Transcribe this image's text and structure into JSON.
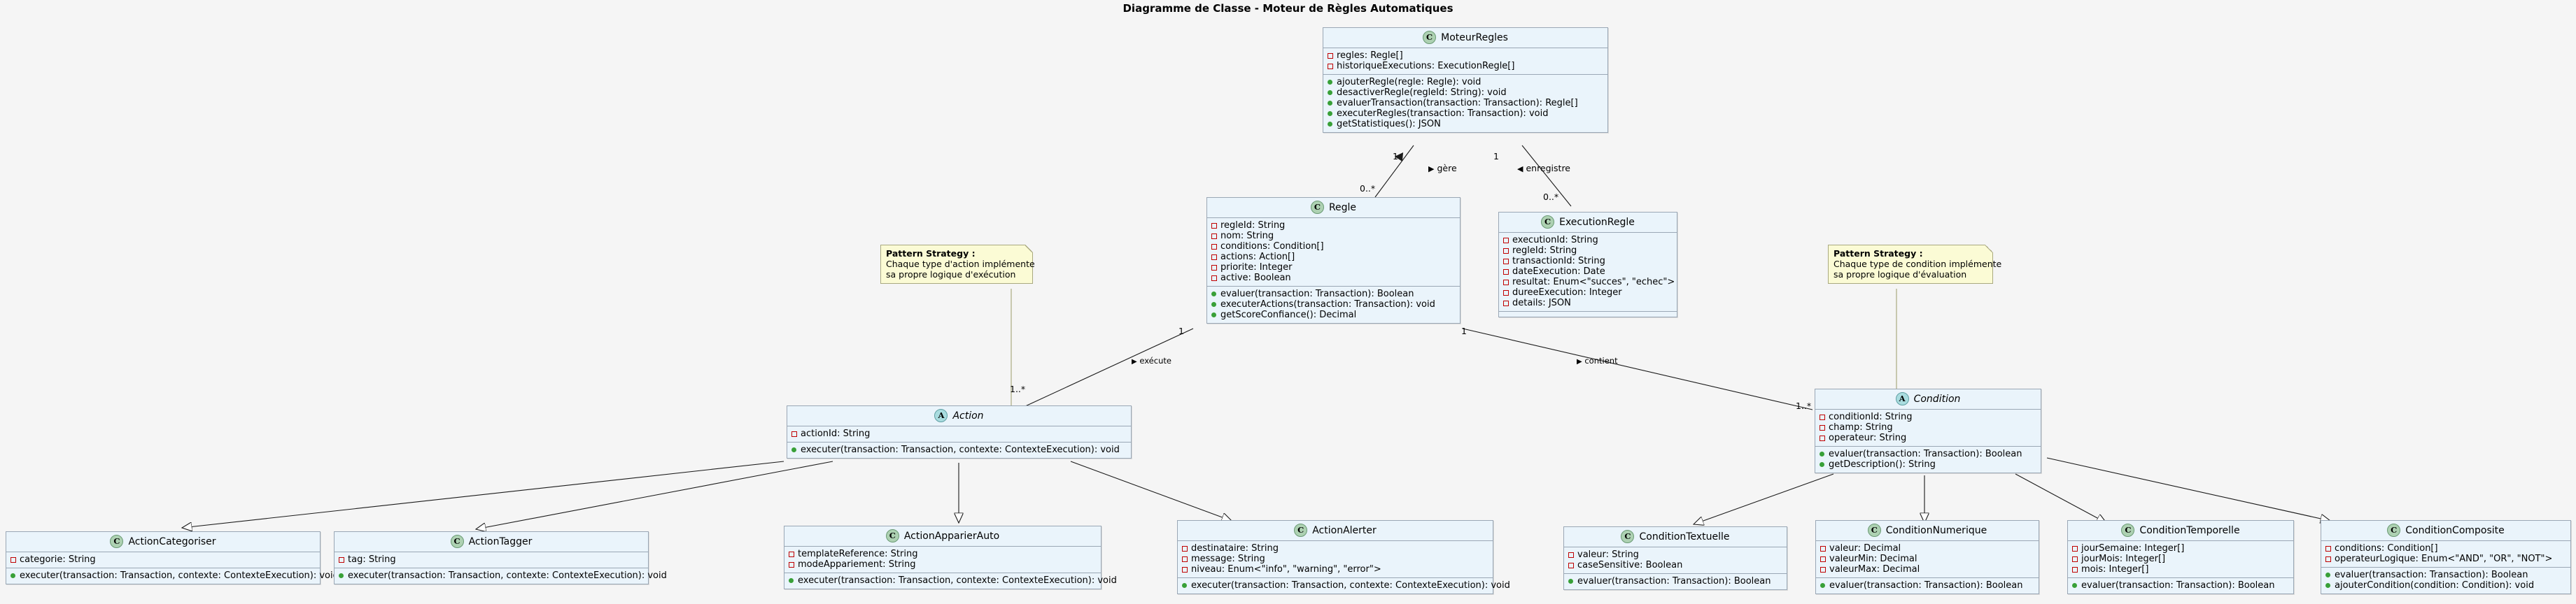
{
  "title": "Diagramme de Classe - Moteur de Règles Automatiques",
  "classes": {
    "moteur_regles": {
      "stereotype": "C",
      "name": "MoteurRegles",
      "attributes": [
        "regles: Regle[]",
        "historiqueExecutions: ExecutionRegle[]"
      ],
      "methods": [
        "ajouterRegle(regle: Regle): void",
        "desactiverRegle(regleId: String): void",
        "evaluerTransaction(transaction: Transaction): Regle[]",
        "executerRegles(transaction: Transaction): void",
        "getStatistiques(): JSON"
      ]
    },
    "regle": {
      "stereotype": "C",
      "name": "Regle",
      "attributes": [
        "regleId: String",
        "nom: String",
        "conditions: Condition[]",
        "actions: Action[]",
        "priorite: Integer",
        "active: Boolean"
      ],
      "methods": [
        "evaluer(transaction: Transaction): Boolean",
        "executerActions(transaction: Transaction): void",
        "getScoreConfiance(): Decimal"
      ]
    },
    "execution_regle": {
      "stereotype": "C",
      "name": "ExecutionRegle",
      "attributes": [
        "executionId: String",
        "regleId: String",
        "transactionId: String",
        "dateExecution: Date",
        "resultat: Enum<\"succes\", \"echec\">",
        "dureeExecution: Integer",
        "details: JSON"
      ],
      "methods": []
    },
    "action": {
      "stereotype": "A",
      "name": "Action",
      "attributes": [
        "actionId: String"
      ],
      "methods": [
        "executer(transaction: Transaction, contexte: ContexteExecution): void"
      ]
    },
    "condition": {
      "stereotype": "A",
      "name": "Condition",
      "attributes": [
        "conditionId: String",
        "champ: String",
        "operateur: String"
      ],
      "methods": [
        "evaluer(transaction: Transaction): Boolean",
        "getDescription(): String"
      ]
    },
    "action_categoriser": {
      "stereotype": "C",
      "name": "ActionCategoriser",
      "attributes": [
        "categorie: String"
      ],
      "methods": [
        "executer(transaction: Transaction, contexte: ContexteExecution): void"
      ]
    },
    "action_tagger": {
      "stereotype": "C",
      "name": "ActionTagger",
      "attributes": [
        "tag: String"
      ],
      "methods": [
        "executer(transaction: Transaction, contexte: ContexteExecution): void"
      ]
    },
    "action_apparier_auto": {
      "stereotype": "C",
      "name": "ActionApparierAuto",
      "attributes": [
        "templateReference: String",
        "modeAppariement: String"
      ],
      "methods": [
        "executer(transaction: Transaction, contexte: ContexteExecution): void"
      ]
    },
    "action_alerter": {
      "stereotype": "C",
      "name": "ActionAlerter",
      "attributes": [
        "destinataire: String",
        "message: String",
        "niveau: Enum<\"info\", \"warning\", \"error\">"
      ],
      "methods": [
        "executer(transaction: Transaction, contexte: ContexteExecution): void"
      ]
    },
    "condition_textuelle": {
      "stereotype": "C",
      "name": "ConditionTextuelle",
      "attributes": [
        "valeur: String",
        "caseSensitive: Boolean"
      ],
      "methods": [
        "evaluer(transaction: Transaction): Boolean"
      ]
    },
    "condition_numerique": {
      "stereotype": "C",
      "name": "ConditionNumerique",
      "attributes": [
        "valeur: Decimal",
        "valeurMin: Decimal",
        "valeurMax: Decimal"
      ],
      "methods": [
        "evaluer(transaction: Transaction): Boolean"
      ]
    },
    "condition_temporelle": {
      "stereotype": "C",
      "name": "ConditionTemporelle",
      "attributes": [
        "jourSemaine: Integer[]",
        "jourMois: Integer[]",
        "mois: Integer[]"
      ],
      "methods": [
        "evaluer(transaction: Transaction): Boolean"
      ]
    },
    "condition_composite": {
      "stereotype": "C",
      "name": "ConditionComposite",
      "attributes": [
        "conditions: Condition[]",
        "operateurLogique: Enum<\"AND\", \"OR\", \"NOT\">"
      ],
      "methods": [
        "evaluer(transaction: Transaction): Boolean",
        "ajouterCondition(condition: Condition): void"
      ]
    }
  },
  "notes": {
    "note_action": {
      "heading": "Pattern Strategy :",
      "line1": "Chaque type d'action implémente",
      "line2": "sa propre logique d'exécution"
    },
    "note_condition": {
      "heading": "Pattern Strategy :",
      "line1": "Chaque type de condition implémente",
      "line2": "sa propre logique d'évaluation"
    }
  },
  "relations": {
    "gere": {
      "label": "gère",
      "from_mult": "1",
      "to_mult": "0..*"
    },
    "enregistre": {
      "label": "enregistre",
      "from_mult": "1",
      "to_mult": "0..*"
    },
    "execute": {
      "label": "exécute",
      "from_mult": "1",
      "to_mult": "1..*"
    },
    "contient": {
      "label": "contient",
      "from_mult": "1",
      "to_mult": "1..*"
    }
  },
  "colors": {
    "class_fill": "#eaf4fb",
    "class_border": "#9aa7b5",
    "note_fill": "#fbfbd5",
    "note_border": "#a9a980",
    "stereotype_class": "#add1b2",
    "stereotype_abstract": "#a9dcdf",
    "visibility_private": "#c00000",
    "visibility_public": "#38a038",
    "background": "#f5f5f5"
  }
}
